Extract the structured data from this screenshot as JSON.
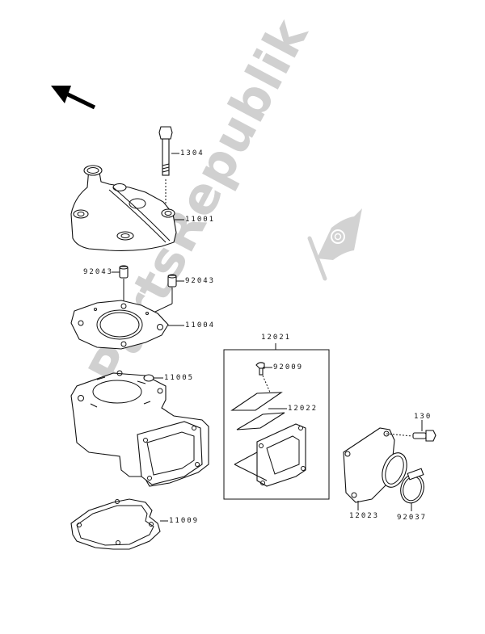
{
  "diagram": {
    "type": "exploded-parts-diagram",
    "subject": "Cylinder head, cylinder and reed valve assembly",
    "direction_indicator": "arrow-up-left-icon",
    "watermark": "PartsRepublik",
    "parts": [
      {
        "id": "p1304",
        "number": "1304",
        "description": "Bolt (cylinder head stud)"
      },
      {
        "id": "p11001",
        "number": "11001",
        "description": "Cylinder head"
      },
      {
        "id": "p92043a",
        "number": "92043",
        "description": "Dowel pin (left)"
      },
      {
        "id": "p92043b",
        "number": "92043",
        "description": "Dowel pin (right)"
      },
      {
        "id": "p11004",
        "number": "11004",
        "description": "Head gasket"
      },
      {
        "id": "p11005",
        "number": "11005",
        "description": "Cylinder fitting"
      },
      {
        "id": "p11009",
        "number": "11009",
        "description": "Base gasket"
      },
      {
        "id": "p12021",
        "number": "12021",
        "description": "Reed valve assembly (boxed group)"
      },
      {
        "id": "p92009",
        "number": "92009",
        "description": "Screw"
      },
      {
        "id": "p12022",
        "number": "12022",
        "description": "Reed plates"
      },
      {
        "id": "p12023",
        "number": "12023",
        "description": "Intake manifold"
      },
      {
        "id": "p130",
        "number": "130",
        "description": "Flange bolt"
      },
      {
        "id": "p92037",
        "number": "92037",
        "description": "Hose clamp"
      }
    ]
  },
  "labels": {
    "l1304": "1304",
    "l11001": "11001",
    "l92043a": "92043",
    "l92043b": "92043",
    "l11004": "11004",
    "l11005": "11005",
    "l11009": "11009",
    "l12021": "12021",
    "l92009": "92009",
    "l12022": "12022",
    "l12023": "12023",
    "l130": "130",
    "l92037": "92037",
    "watermark": "PartsRepublik"
  },
  "colors": {
    "line": "#111111",
    "background": "#ffffff",
    "watermark": "#c8c8c8"
  }
}
